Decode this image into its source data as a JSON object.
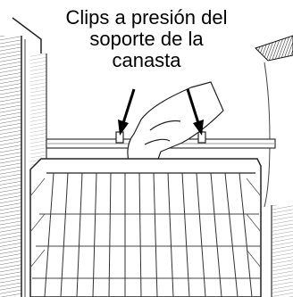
{
  "caption": {
    "line1": "Clips a presión del",
    "line2": "soporte de la",
    "line3": "canasta"
  }
}
